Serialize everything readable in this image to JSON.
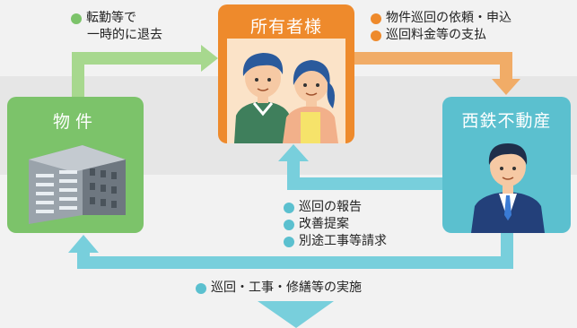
{
  "owner": {
    "title": "所有者様"
  },
  "property": {
    "title": "物件"
  },
  "company": {
    "title": "西鉄不動産"
  },
  "notes": {
    "temp_move": [
      "転勤等で",
      "一時的に退去"
    ],
    "requests": [
      "物件巡回の依頼・申込",
      "巡回料金等の支払"
    ],
    "reports": [
      "巡回の報告",
      "改善提案",
      "別途工事等請求"
    ],
    "implementation": "巡回・工事・修繕等の実施"
  },
  "colors": {
    "green": "#7cc36a",
    "green_arrow": "#a7d88e",
    "orange": "#ee8a2c",
    "blue": "#5bc0cf",
    "blue_arrow": "#78cfdc"
  }
}
